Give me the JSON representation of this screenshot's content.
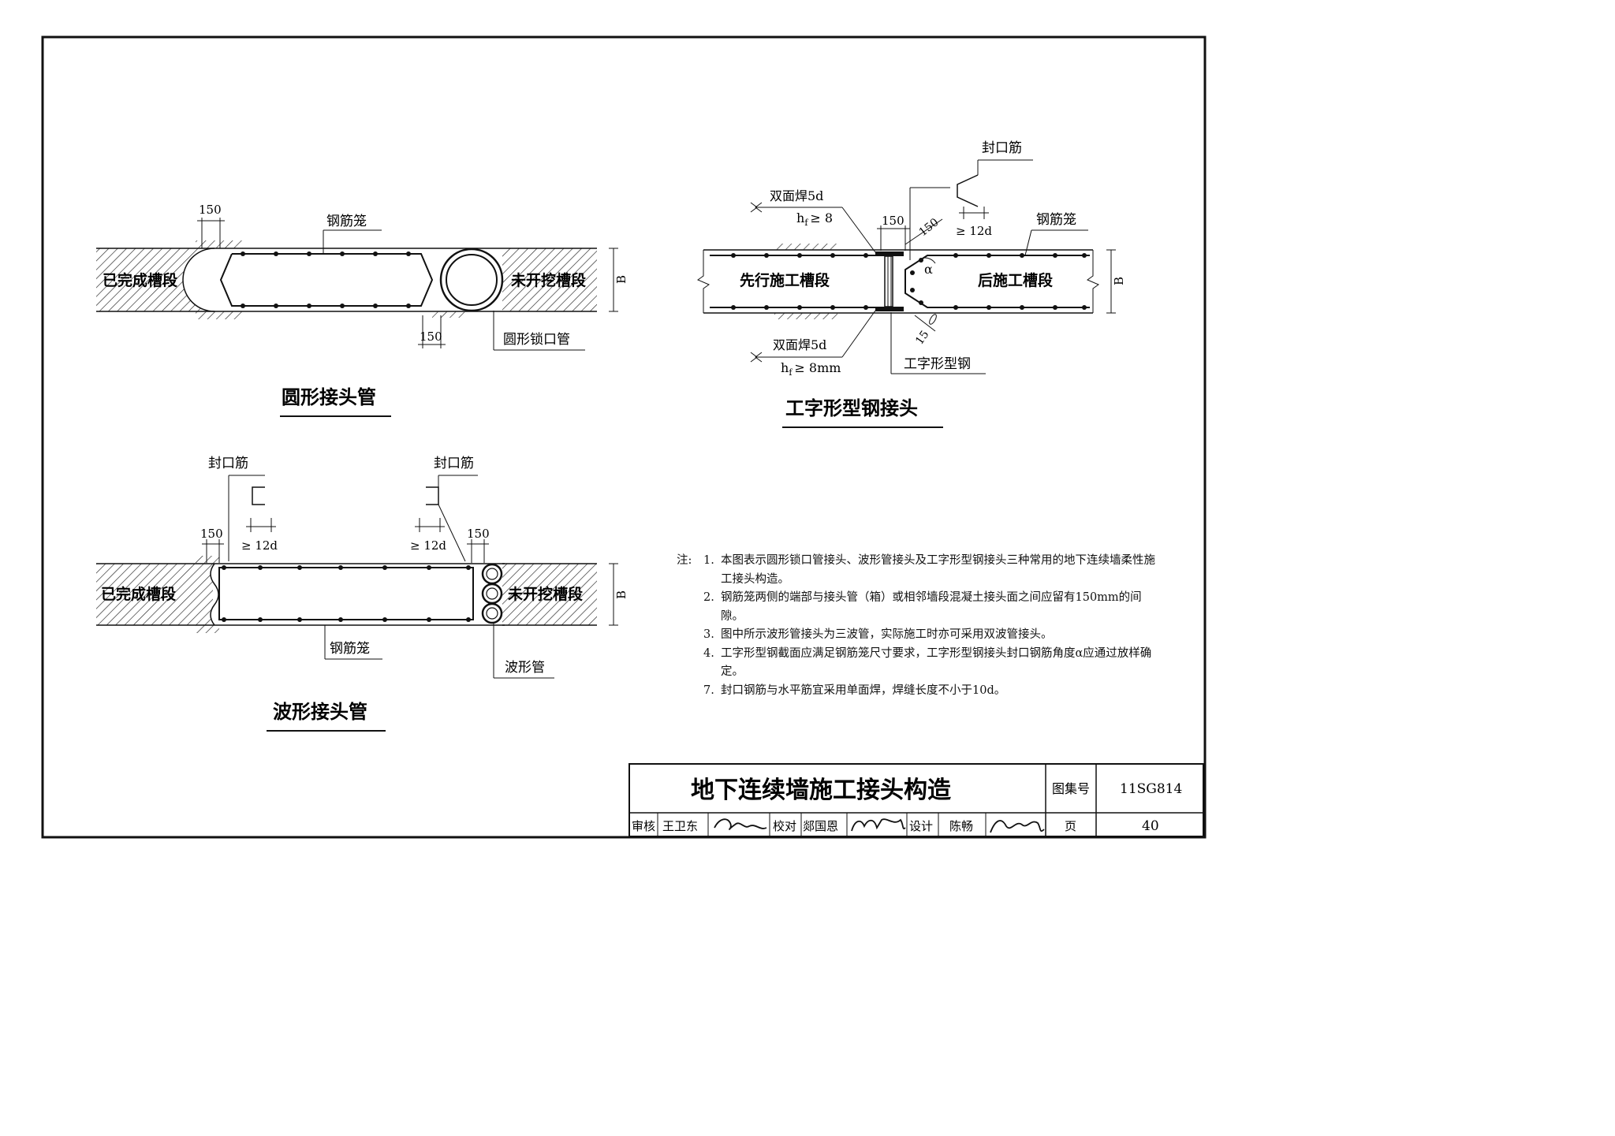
{
  "round_joint": {
    "title": "圆形接头管",
    "completed_segment": "已完成槽段",
    "unexcavated_segment": "未开挖槽段",
    "rebar_cage": "钢筋笼",
    "lock_pipe": "圆形锁口管",
    "dim_top": "150",
    "dim_bottom": "150",
    "dim_b": "B"
  },
  "ibeam_joint": {
    "title": "工字形型钢接头",
    "leading_segment": "先行施工槽段",
    "following_segment": "后施工槽段",
    "rebar_cage": "钢筋笼",
    "seal_bar": "封口筋",
    "weld_top": "双面焊5d",
    "hf_top": "h",
    "hf_top_sub": "f",
    "hf_top_val": "≥ 8",
    "weld_bottom": "双面焊5d",
    "hf_bottom": "h",
    "hf_bottom_sub": "f",
    "hf_bottom_val": "≥ 8mm",
    "ibeam": "工字形型钢",
    "dim_150": "150",
    "dim_150_diag": "150",
    "dim_15": "15",
    "dim_12d": "≥ 12d",
    "alpha": "α",
    "dim_b": "B"
  },
  "wave_joint": {
    "title": "波形接头管",
    "completed_segment": "已完成槽段",
    "unexcavated_segment": "未开挖槽段",
    "rebar_cage": "钢筋笼",
    "wave_pipe": "波形管",
    "seal_bar_left": "封口筋",
    "seal_bar_right": "封口筋",
    "dim_150_left": "150",
    "dim_150_right": "150",
    "dim_12d_left": "≥ 12d",
    "dim_12d_right": "≥ 12d",
    "dim_b": "B"
  },
  "notes": {
    "prefix": "注:",
    "items": [
      {
        "num": "1.",
        "text": "本图表示圆形锁口管接头、波形管接头及工字形型钢接头三种常用的地下连续墙柔性施工接头构造。"
      },
      {
        "num": "2.",
        "text": "钢筋笼两侧的端部与接头管（箱）或相邻墙段混凝土接头面之间应留有150mm的间隙。"
      },
      {
        "num": "3.",
        "text": "图中所示波形管接头为三波管，实际施工时亦可采用双波管接头。"
      },
      {
        "num": "4.",
        "text": "工字形型钢截面应满足钢筋笼尺寸要求，工字形型钢接头封口钢筋角度α应通过放样确定。"
      },
      {
        "num": "7.",
        "text": "封口钢筋与水平筋宜采用单面焊，焊缝长度不小于10d。"
      }
    ]
  },
  "title_block": {
    "title": "地下连续墙施工接头构造",
    "atlas_label": "图集号",
    "atlas_no": "11SG814",
    "review_label": "审核",
    "reviewer": "王卫东",
    "check_label": "校对",
    "checker": "郯国恩",
    "design_label": "设计",
    "designer": "陈畅",
    "page_label": "页",
    "page_no": "40"
  }
}
